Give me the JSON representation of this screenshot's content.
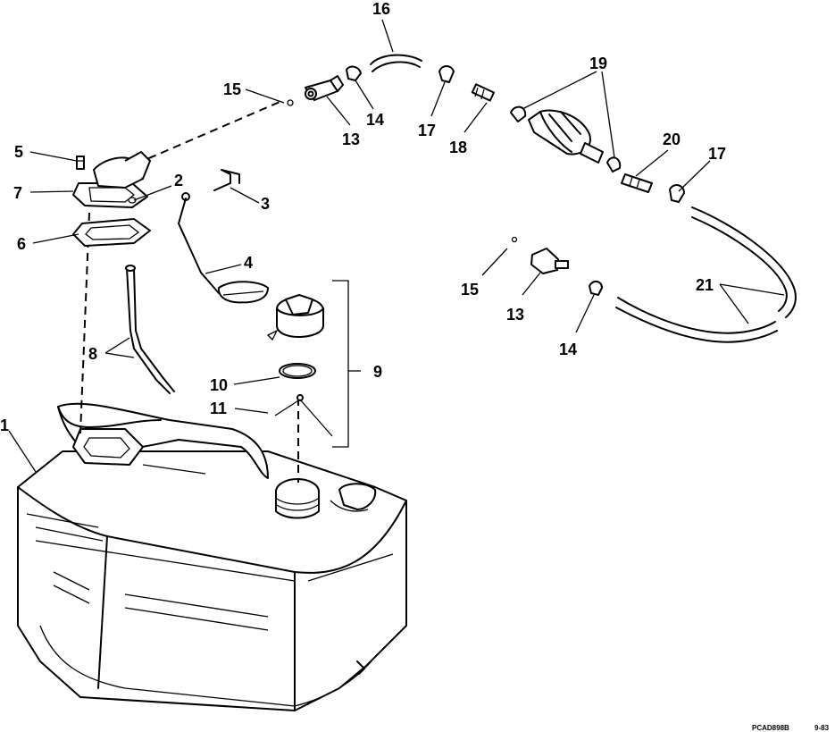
{
  "diagram": {
    "callouts": {
      "c1": "1",
      "c2": "2",
      "c3": "3",
      "c4": "4",
      "c5": "5",
      "c6": "6",
      "c7": "7",
      "c8": "8",
      "c9": "9",
      "c10": "10",
      "c11": "11",
      "c13a": "13",
      "c13b": "13",
      "c14a": "14",
      "c14b": "14",
      "c15a": "15",
      "c15b": "15",
      "c16": "16",
      "c17a": "17",
      "c17b": "17",
      "c18": "18",
      "c19": "19",
      "c20": "20",
      "c21": "21"
    },
    "drawing_code": "PCAD898B",
    "drawing_date": "9-83"
  }
}
